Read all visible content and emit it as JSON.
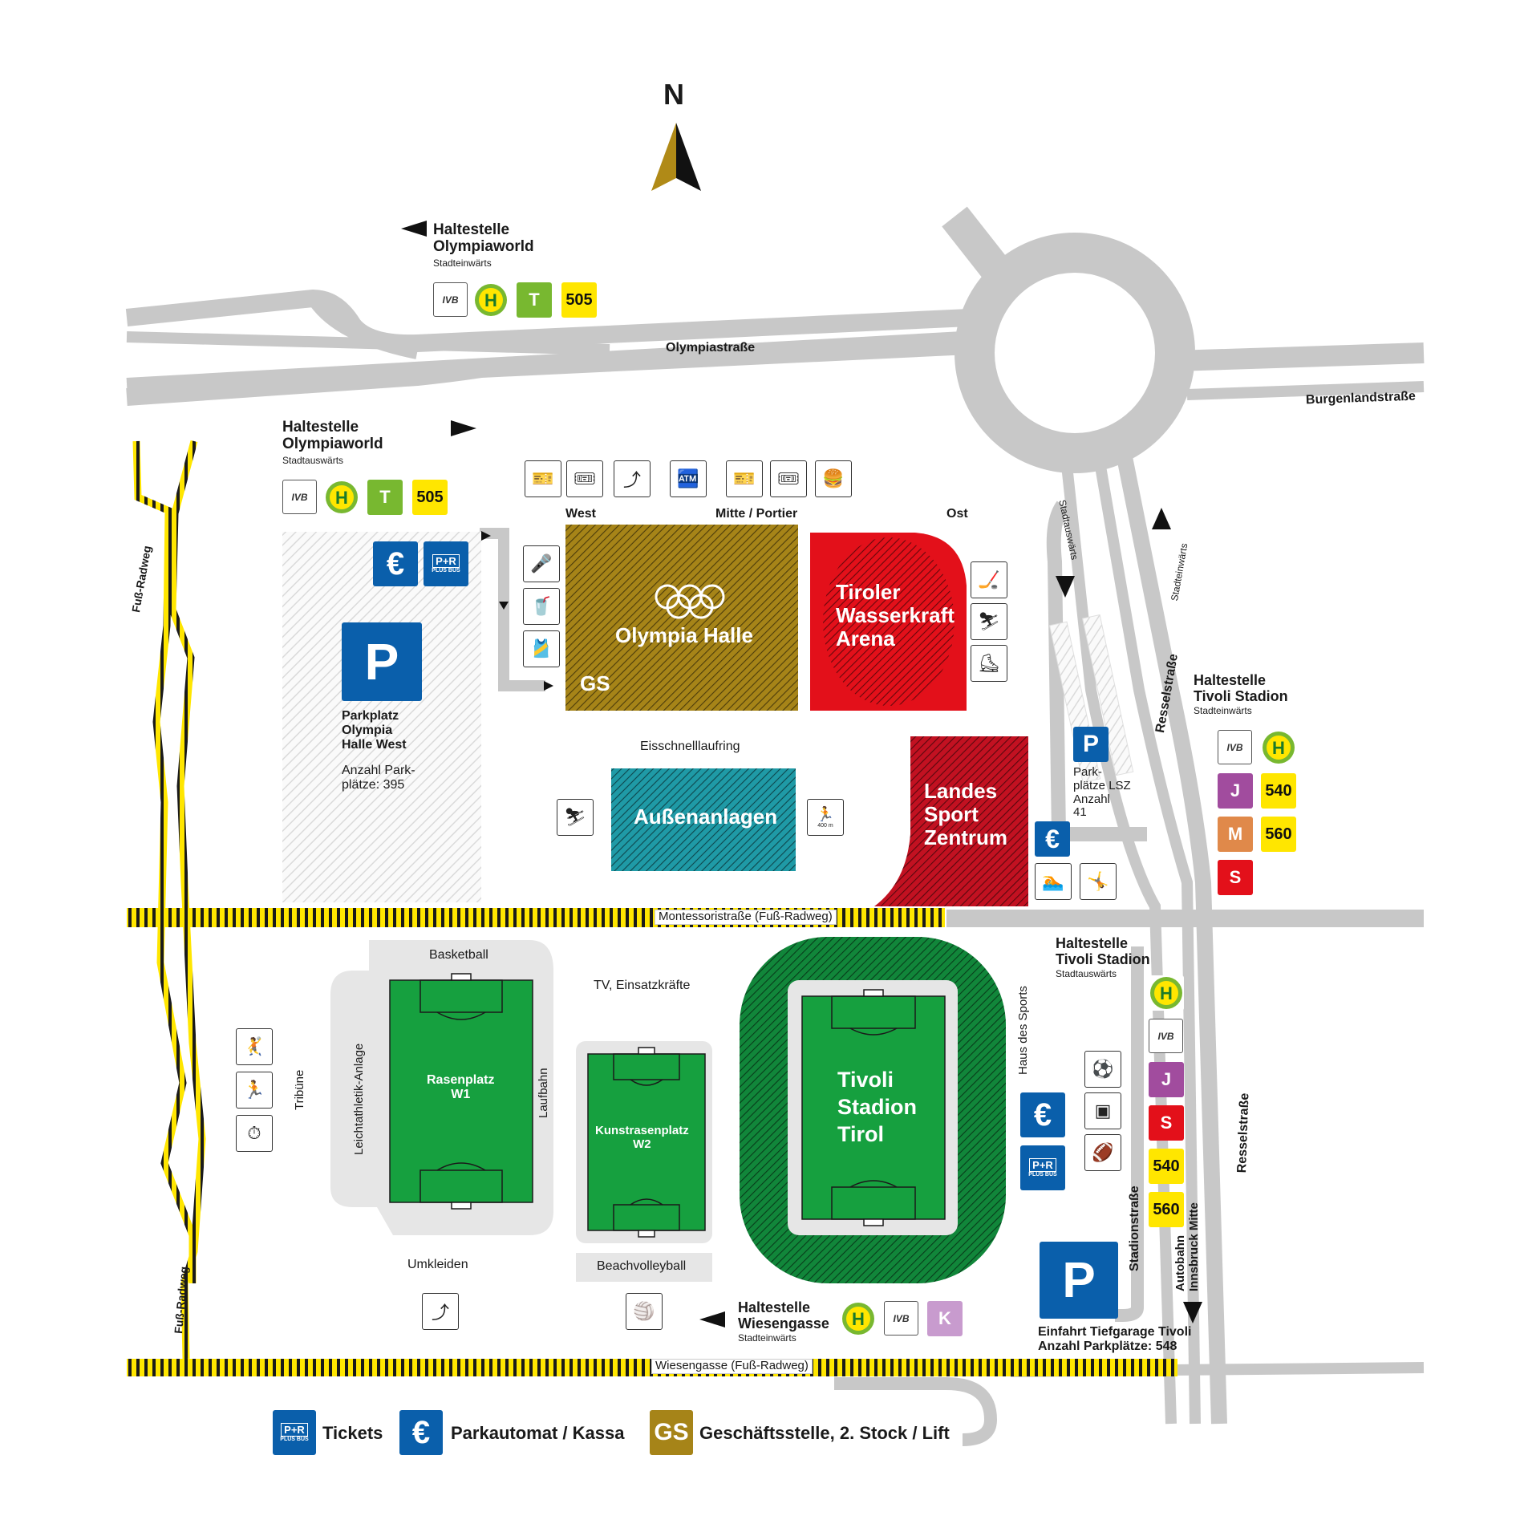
{
  "north": "N",
  "roads": {
    "olympiastrasse": "Olympiastraße",
    "burgenlandstrasse": "Burgenlandstraße",
    "resselstrasse": "Resselstraße",
    "stadionstrasse": "Stadionstraße",
    "montessori": "Montessoristraße (Fuß-Radweg)",
    "wiesengasse": "Wiesengasse (Fuß-Radweg)",
    "fussradweg": "Fuß-Radweg",
    "stadtauswaerts": "Stadtauswärts",
    "stadteinwaerts": "Stadteinwärts",
    "autobahn": "Autobahn\nInnsbruck Mitte"
  },
  "stops": {
    "olympiaworld_ein": {
      "name": "Haltestelle\nOlympiaworld",
      "sub": "Stadteinwärts",
      "lines": [
        "T",
        "505"
      ]
    },
    "olympiaworld_aus": {
      "name": "Haltestelle\nOlympiaworld",
      "sub": "Stadtauswärts",
      "lines": [
        "T",
        "505"
      ]
    },
    "tivoli_ein": {
      "name": "Haltestelle\nTivoli Stadion",
      "sub": "Stadteinwärts",
      "lines": [
        "J",
        "540",
        "M",
        "560",
        "S"
      ]
    },
    "tivoli_aus": {
      "name": "Haltestelle\nTivoli Stadion",
      "sub": "Stadtauswärts",
      "lines": [
        "J",
        "S",
        "540",
        "560"
      ]
    },
    "wiesengasse": {
      "name": "Haltestelle\nWiesengasse",
      "sub": "Stadteinwärts",
      "lines": [
        "K"
      ]
    }
  },
  "ivb": "IVB",
  "h": "H",
  "entrances": {
    "west": "West",
    "mitte": "Mitte / Portier",
    "ost": "Ost"
  },
  "buildings": {
    "olympiahalle": "Olympia Halle",
    "gs": "GS",
    "arena": "Tiroler\nWasserkraft\nArena",
    "lsz": "Landes\nSport\nZentrum",
    "aussenanlagen": "Außenanlagen",
    "eisschnell": "Eisschnelllaufring",
    "tivoli": "Tivoli\nStadion\nTirol",
    "rasen": "Rasenplatz\nW1",
    "kunst": "Kunstrasenplatz\nW2",
    "basketball": "Basketball",
    "tv": "TV, Einsatzkräfte",
    "leicht": "Leichtathletik-Anlage",
    "laufbahn": "Laufbahn",
    "tribuene": "Tribüne",
    "umkleiden": "Umkleiden",
    "beach": "Beachvolleyball",
    "hausdessports": "Haus des Sports",
    "m400": "400 m"
  },
  "parking": {
    "p": "P",
    "west": "Parkplatz\nOlympia\nHalle West",
    "west_count": "Anzahl Park-\nplätze: 395",
    "lsz": "Park-\nplätze LSZ\nAnzahl\n41",
    "tiefgarage": "Einfahrt Tiefgarage Tivoli\nAnzahl Parkplätze: 548",
    "pr_top": "P+R",
    "pr_bottom": "PLUS BUS",
    "euro": "€"
  },
  "legend": {
    "tickets": "Tickets",
    "kassa": "Parkautomat / Kassa",
    "gs": "Geschäftsstelle, 2. Stock / Lift"
  },
  "colors": {
    "road": "#c8c8c8",
    "olympiahalle": "#a68418",
    "arena": "#e3101a",
    "lsz": "#c21121",
    "aussen": "#1f9aa6",
    "stadion": "#11863a",
    "field": "#16a03f",
    "blue": "#0a5fab",
    "green_line": "#78b830",
    "yellow": "#ffe600",
    "purple": "#a14c9e",
    "orange": "#e0894a",
    "red": "#e3101a",
    "lilac": "#c89bce"
  }
}
